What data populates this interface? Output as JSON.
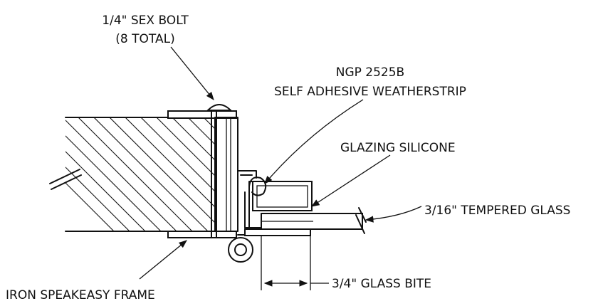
{
  "labels": {
    "sex_bolt": "1/4\" SEX BOLT",
    "sex_bolt_count": "(8 TOTAL)",
    "weatherstrip_part": "NGP 2525B",
    "weatherstrip_desc": "SELF ADHESIVE WEATHERSTRIP",
    "glazing_silicone": "GLAZING SILICONE",
    "tempered_glass": "3/16\" TEMPERED GLASS",
    "glass_bite": "3/4\" GLASS BITE",
    "iron_frame": "IRON SPEAKEASY FRAME"
  },
  "colors": {
    "line": "#111111",
    "background": "#ffffff"
  }
}
